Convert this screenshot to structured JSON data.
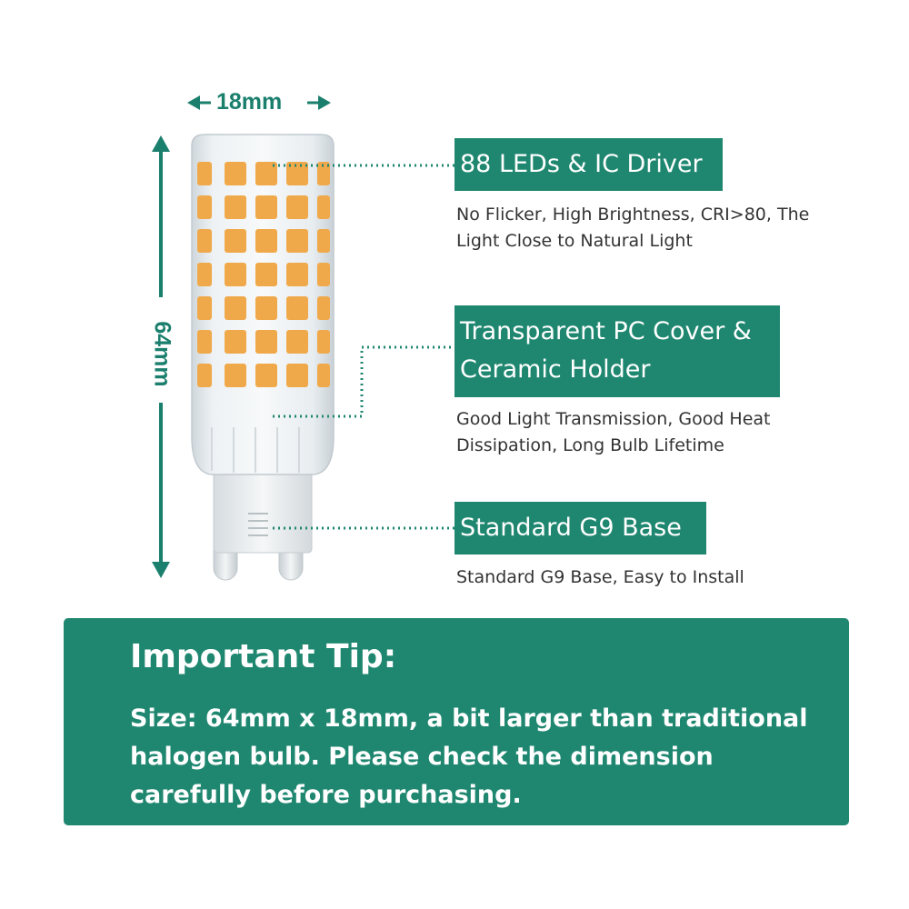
{
  "dimensions": {
    "width_label": "18mm",
    "height_label": "64mm"
  },
  "features": [
    {
      "title": "88 LEDs & IC Driver",
      "description": "No Flicker, High Brightness, CRI>80, The Light Close to Natural Light"
    },
    {
      "title_line1": "Transparent PC Cover &",
      "title_line2": "Ceramic Holder",
      "description": "Good Light Transmission, Good Heat Dissipation, Long Bulb Lifetime"
    },
    {
      "title": "Standard G9 Base",
      "description": "Standard G9 Base, Easy to Install"
    }
  ],
  "tip": {
    "title": "Important Tip:",
    "body": "Size: 64mm x 18mm, a bit larger than traditional halogen bulb. Please check the dimension carefully before purchasing."
  },
  "colors": {
    "accent": "#1f8770",
    "led": "#f0a94a"
  }
}
